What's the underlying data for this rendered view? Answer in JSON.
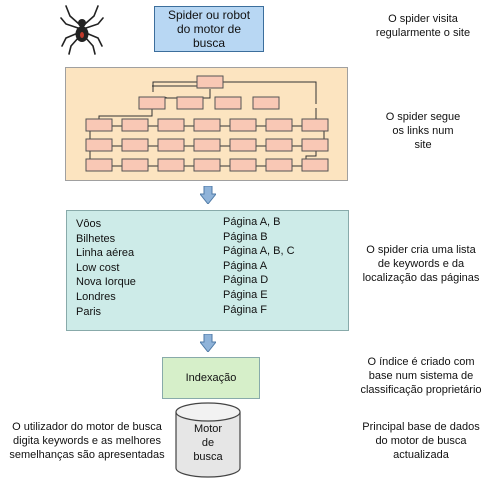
{
  "spider_box": {
    "label": "Spider ou robot\ndo motor de\nbusca"
  },
  "captions": {
    "visit": "O spider visita\nregularmente o site",
    "follow": "O spider segue\nos links num\nsite",
    "keywords": "O spider cria uma lista\nde keywords e da\nlocalização das páginas",
    "index": "O índice é criado com\nbase num sistema de\nclassificação proprietário",
    "database": "Principal base de dados\ndo motor de busca\nactualizada",
    "user": "O utilizador do motor de busca\ndigita keywords e as melhores\nsemelhanças são apresentadas"
  },
  "keyword_list": [
    {
      "keyword": "Vôos",
      "pages": "Página A, B"
    },
    {
      "keyword": "Bilhetes",
      "pages": "Página B"
    },
    {
      "keyword": "Linha aérea",
      "pages": "Página A, B, C"
    },
    {
      "keyword": "Low cost",
      "pages": "Página A"
    },
    {
      "keyword": "Nova Iorque",
      "pages": "Página D"
    },
    {
      "keyword": "Londres",
      "pages": "Página E"
    },
    {
      "keyword": "Paris",
      "pages": "Página F"
    }
  ],
  "index_box": {
    "label": "Indexação"
  },
  "database": {
    "label": "Motor\nde\nbusca"
  },
  "colors": {
    "spider_box": "#b8d7f3",
    "site_panel": "#fce4c0",
    "page_node": "#f9c8b5",
    "keywords_panel": "#cdebe8",
    "index_box": "#d6efc9",
    "database": "#e6e6e6",
    "arrow": "#8fb3d9"
  }
}
